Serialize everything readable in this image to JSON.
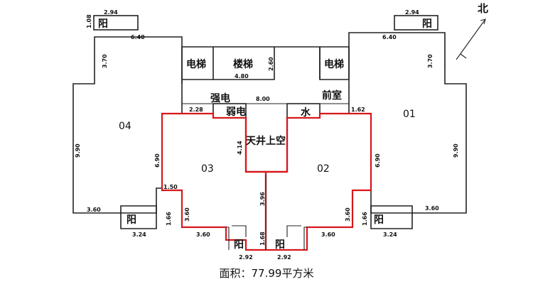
{
  "units": {
    "u01": "01",
    "u02": "02",
    "u03": "03",
    "u04": "04"
  },
  "rooms": {
    "elevator": "电梯",
    "stairs": "楼梯",
    "strong_power": "强电",
    "weak_power": "弱电",
    "water": "水",
    "front_room": "前室",
    "light_well": "天井上空",
    "balcony": "阳"
  },
  "north": "北",
  "dims": {
    "d_294": "2.94",
    "d_108": "1.08",
    "d_640": "6.40",
    "d_370": "3.70",
    "d_480": "4.80",
    "d_260": "2.60",
    "d_800": "8.00",
    "d_228": "2.28",
    "d_162": "1.62",
    "d_414": "4.14",
    "d_990": "9.90",
    "d_690": "6.90",
    "d_150": "1.50",
    "d_360": "3.60",
    "d_166": "1.66",
    "d_324": "3.24",
    "d_396": "3.96",
    "d_168": "1.68",
    "d_292": "2.92"
  },
  "highlight_color": "#d8161b",
  "caption": "面积：77.99平方米"
}
